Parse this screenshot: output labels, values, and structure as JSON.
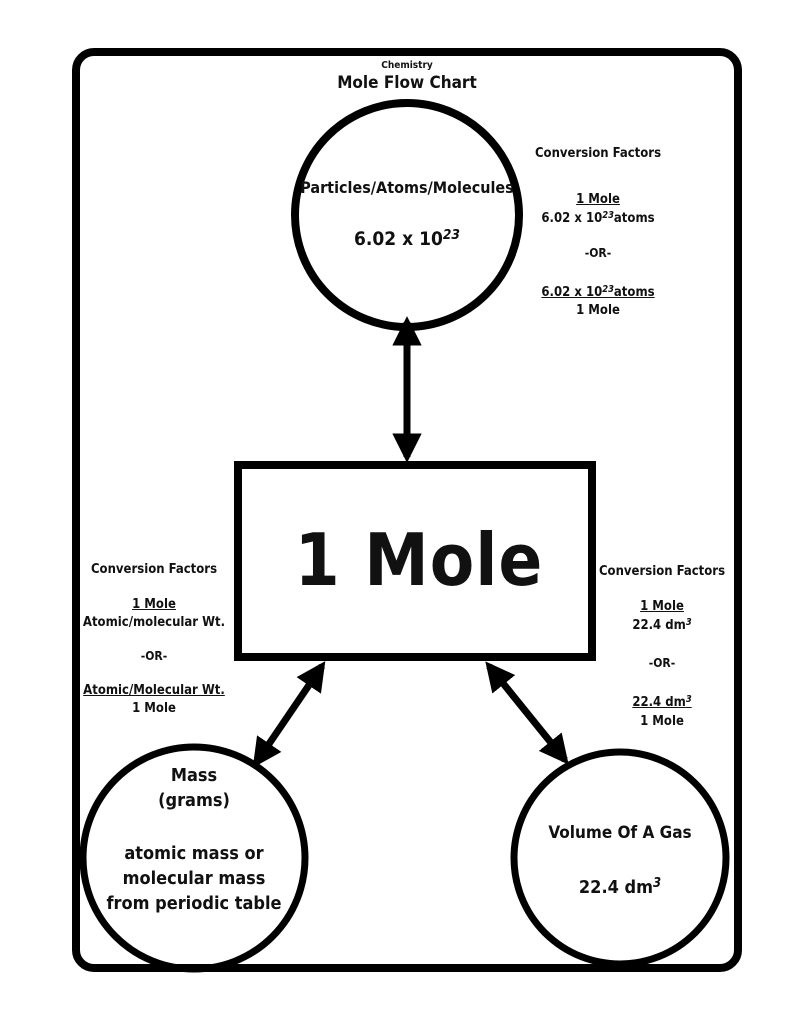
{
  "header": {
    "subject": "Chemistry",
    "title": "Mole Flow Chart"
  },
  "center": {
    "label": "1 Mole"
  },
  "nodes": {
    "particles": {
      "title": "Particles/Atoms/Molecules",
      "value_base": "6.02 x 10",
      "value_exp": "23"
    },
    "mass": {
      "title": "Mass",
      "subtitle": "(grams)",
      "desc_line1": "atomic mass or",
      "desc_line2": "molecular mass",
      "desc_line3": "from periodic table"
    },
    "gas": {
      "title": "Volume Of A Gas",
      "value_base": "22.4 dm",
      "value_exp": "3"
    }
  },
  "conversions": {
    "particles": {
      "heading": "Conversion Factors",
      "f1_num": "1 Mole",
      "f1_den_base": "6.02 x 10",
      "f1_den_exp": "23",
      "f1_den_unit": "atoms",
      "or": "-OR-",
      "f2_num_base": "6.02 x 10",
      "f2_num_exp": "23",
      "f2_num_unit": "atoms",
      "f2_den": "1 Mole"
    },
    "mass": {
      "heading": "Conversion Factors",
      "f1_num": "1 Mole",
      "f1_den": "Atomic/molecular  Wt.",
      "or": "-OR-",
      "f2_num": "Atomic/Molecular  Wt.",
      "f2_den": "1 Mole"
    },
    "gas": {
      "heading": "Conversion Factors",
      "f1_num": "1 Mole",
      "f1_den_base": "22.4  dm",
      "f1_den_exp": "3",
      "or": "-OR-",
      "f2_num_base": "22.4  dm",
      "f2_num_exp": "3",
      "f2_den": "1 Mole"
    }
  },
  "colors": {
    "stroke": "#000000",
    "background": "#ffffff",
    "text": "#111111"
  }
}
